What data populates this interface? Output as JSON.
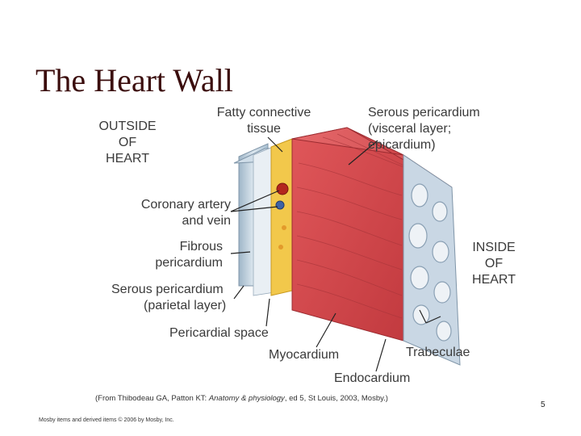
{
  "slide": {
    "title": "The Heart Wall",
    "slide_number": "5",
    "copyright": "Mosby items and derived items © 2006 by Mosby, Inc."
  },
  "figure": {
    "labels": {
      "outside_line1": "OUTSIDE",
      "outside_line2": "OF",
      "outside_line3": "HEART",
      "fatty_line1": "Fatty connective",
      "fatty_line2": "tissue",
      "serous_visceral_line1": "Serous pericardium",
      "serous_visceral_line2": "(visceral layer;",
      "serous_visceral_line3": "epicardium)",
      "coronary_line1": "Coronary artery",
      "coronary_line2": "and vein",
      "fibrous_line1": "Fibrous",
      "fibrous_line2": "pericardium",
      "serous_parietal_line1": "Serous pericardium",
      "serous_parietal_line2": "(parietal layer)",
      "pericardial_space": "Pericardial space",
      "inside_line1": "INSIDE",
      "inside_line2": "OF",
      "inside_line3": "HEART",
      "myocardium": "Myocardium",
      "trabeculae": "Trabeculae",
      "endocardium": "Endocardium"
    },
    "caption": {
      "prefix": "(From Thibodeau GA, Patton KT: ",
      "book": "Anatomy & physiology",
      "suffix": ", ed 5, St Louis, 2003, Mosby.)"
    },
    "colors": {
      "muscle": "#d9484a",
      "muscle_dark": "#b8333a",
      "fat": "#f2c84b",
      "pericardium_blue": "#b8cfe0",
      "endocardium_white": "#eef2f6"
    }
  }
}
